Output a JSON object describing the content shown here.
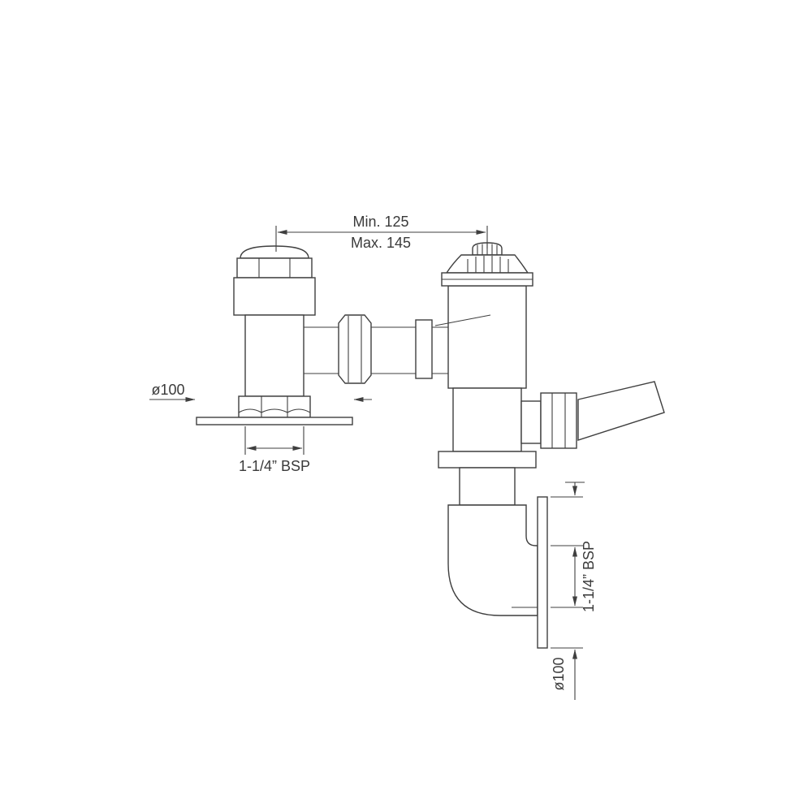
{
  "drawing": {
    "type": "technical-line-drawing",
    "subject": "flush-valve-with-wall-flanges",
    "colors": {
      "line": "#3f3f3f",
      "text": "#3a3a3a",
      "background": "#ffffff"
    }
  },
  "annotations": {
    "top_dimension": {
      "min": "Min. 125",
      "max": "Max. 145"
    },
    "left_flange_diameter": "ø100",
    "left_inlet_thread": "1-1/4” BSP",
    "right_outlet_thread": "1-1/4” BSP",
    "right_flange_diameter": "ø100"
  }
}
